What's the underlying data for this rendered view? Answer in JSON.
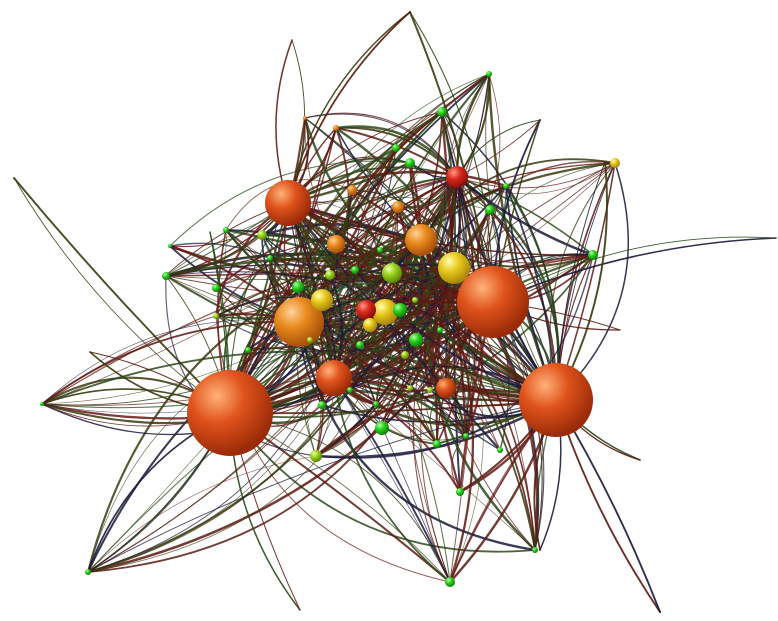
{
  "figure": {
    "type": "network-graph",
    "background": "#ffffff",
    "edge_colors": [
      "#3a3a10",
      "#5a1a10",
      "#2a4a1a",
      "#6a1a1a",
      "#1a1a3a"
    ],
    "node_colors": {
      "orange": "#e0531c",
      "amber": "#e88a1c",
      "yellow": "#e8c81c",
      "red": "#d8281c",
      "green": "#2ad21c",
      "lime": "#9ad21c"
    },
    "hub_count": 3,
    "node_count": 62
  }
}
